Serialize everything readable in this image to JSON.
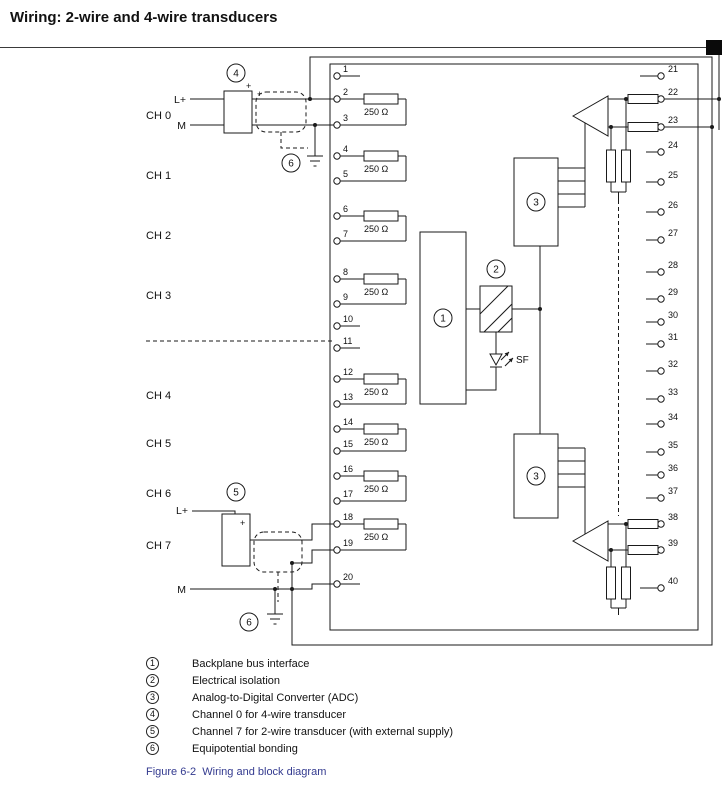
{
  "page": {
    "title": "Wiring: 2-wire and 4-wire transducers",
    "caption": "Figure 6-2  Wiring and block diagram"
  },
  "diagram": {
    "channels": [
      "CH 0",
      "CH 1",
      "CH 2",
      "CH 3",
      "CH 4",
      "CH 5",
      "CH 6",
      "CH 7"
    ],
    "terminals_left": [
      "1",
      "2",
      "3",
      "4",
      "5",
      "6",
      "7",
      "8",
      "9",
      "10",
      "11",
      "12",
      "13",
      "14",
      "15",
      "16",
      "17",
      "18",
      "19",
      "20"
    ],
    "terminals_right": [
      "21",
      "22",
      "23",
      "24",
      "25",
      "26",
      "27",
      "28",
      "29",
      "30",
      "31",
      "32",
      "33",
      "34",
      "35",
      "36",
      "37",
      "38",
      "39",
      "40"
    ],
    "resistor_label": "250 Ω",
    "labels": {
      "l_plus": "L+",
      "m": "M",
      "sf": "SF",
      "plus": "+"
    },
    "callouts": {
      "c1": "1",
      "c2": "2",
      "c3": "3",
      "c4": "4",
      "c5": "5",
      "c6": "6"
    }
  },
  "legend": {
    "items": [
      {
        "num": "1",
        "text": "Backplane bus interface"
      },
      {
        "num": "2",
        "text": "Electrical isolation"
      },
      {
        "num": "3",
        "text": "Analog-to-Digital Converter (ADC)"
      },
      {
        "num": "4",
        "text": "Channel 0 for 4-wire transducer"
      },
      {
        "num": "5",
        "text": "Channel 7 for 2-wire transducer (with external supply)"
      },
      {
        "num": "6",
        "text": "Equipotential bonding"
      }
    ]
  }
}
